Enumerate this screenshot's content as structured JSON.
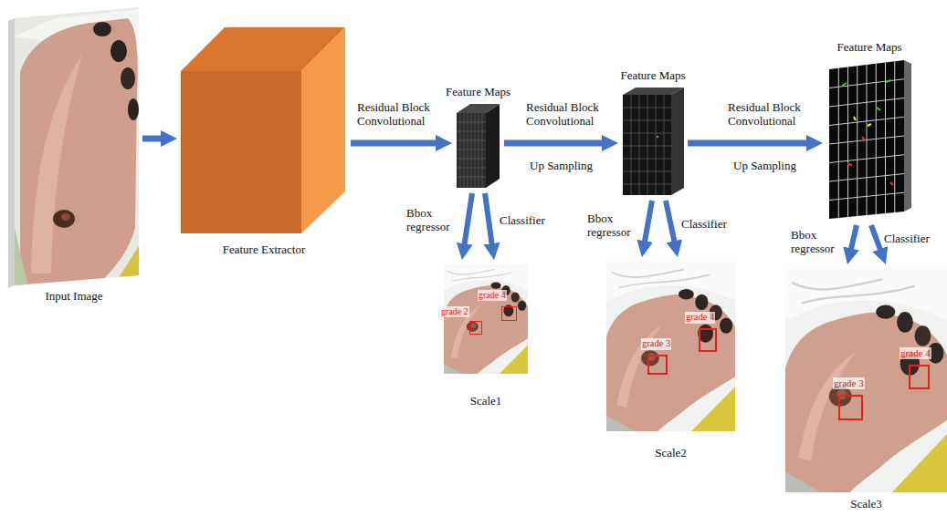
{
  "diagram": {
    "nodes": [
      {
        "text": [
          "Input Image"
        ]
      },
      {
        "text": [
          "Feature Extractor"
        ]
      },
      {
        "text": [
          "Feature Maps"
        ]
      },
      {
        "text": [
          "Scale1"
        ]
      },
      {
        "text": [
          "grade 2"
        ],
        "in": 3
      },
      {
        "text": [
          "grade 4"
        ],
        "in": 3
      },
      {
        "text": [
          "Feature Maps"
        ]
      },
      {
        "text": [
          "Scale2"
        ]
      },
      {
        "text": [
          "grade 3"
        ],
        "in": 7
      },
      {
        "text": [
          "grade 4"
        ],
        "in": 7
      },
      {
        "text": [
          "Feature Maps"
        ]
      },
      {
        "text": [
          "Scale3"
        ]
      },
      {
        "text": [
          "grade 3"
        ],
        "in": 11
      },
      {
        "text": [
          "grade 4"
        ],
        "in": 11
      }
    ],
    "edges": [
      {
        "from": 0,
        "to": 1,
        "arrow": "to"
      },
      {
        "from": 1,
        "to": 2,
        "label": "Residual Block Convolutional",
        "arrow": "to"
      },
      {
        "from": 2,
        "to": 6,
        "label": "Residual Block Convolutional",
        "arrow": "to"
      },
      {
        "from": 6,
        "to": 10,
        "label": "Residual Block Convolutional",
        "arrow": "to"
      },
      {
        "from": 2,
        "to": 3,
        "label": "Bbox regressor",
        "arrow": "to"
      },
      {
        "from": 2,
        "to": 3,
        "label": "Classifier",
        "arrow": "to"
      },
      {
        "from": 6,
        "to": 7,
        "label": "Bbox regressor",
        "arrow": "to"
      },
      {
        "from": 6,
        "to": 7,
        "label": "Classifier",
        "arrow": "to"
      },
      {
        "from": 10,
        "to": 11,
        "label": "Bbox regressor",
        "arrow": "to"
      },
      {
        "from": 10,
        "to": 11,
        "label": "Classifier",
        "arrow": "to"
      }
    ],
    "labels": [
      "Up Sampling",
      "Up Sampling"
    ]
  }
}
